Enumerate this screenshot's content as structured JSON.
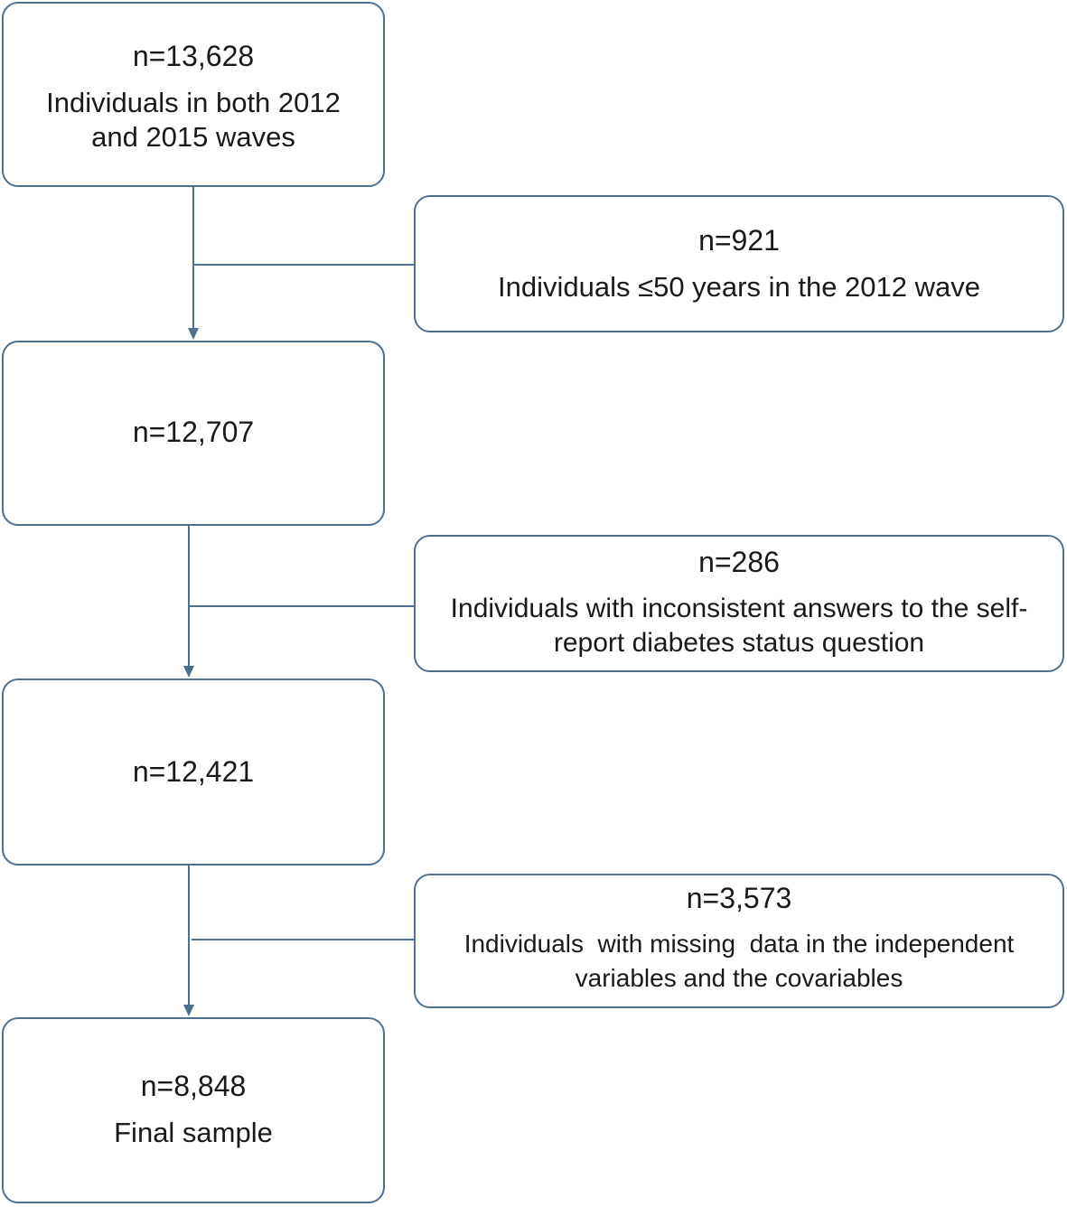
{
  "flowchart": {
    "main_boxes": [
      {
        "count": "n=13,628",
        "description": "Individuals in both 2012 and 2015 waves"
      },
      {
        "count": "n=12,707",
        "description": ""
      },
      {
        "count": "n=12,421",
        "description": ""
      },
      {
        "count": "n=8,848",
        "description": "Final sample"
      }
    ],
    "exclusion_boxes": [
      {
        "count": "n=921",
        "description": "Individuals ≤50 years in the 2012 wave"
      },
      {
        "count": "n=286",
        "description": "Individuals with inconsistent answers to the self-report diabetes status question"
      },
      {
        "count": "n=3,573",
        "description": "Individuals  with missing  data in the independent variables and the covariables"
      }
    ]
  },
  "colors": {
    "box_border": "#4f6f8f",
    "connector": "#4f6f8f",
    "text": "#1a1a1a"
  }
}
